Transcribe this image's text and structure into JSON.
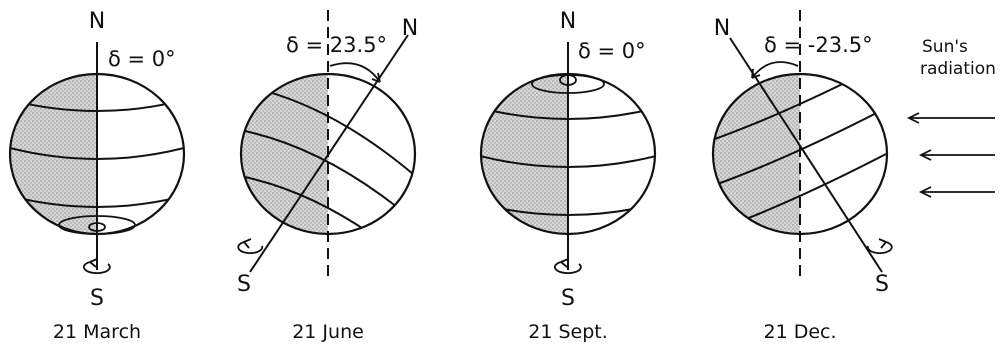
{
  "panels": [
    {
      "date": "21 March",
      "north": "N",
      "south": "S",
      "declination": "δ = 0°"
    },
    {
      "date": "21 June",
      "north": "N",
      "south": "S",
      "declination": "δ = 23.5°"
    },
    {
      "date": "21 Sept.",
      "north": "N",
      "south": "S",
      "declination": "δ = 0°"
    },
    {
      "date": "21 Dec.",
      "north": "N",
      "south": "S",
      "declination": "δ = -23.5°"
    }
  ],
  "sun": {
    "line1": "Sun's",
    "line2": "radiation"
  },
  "colors": {
    "ink": "#111111",
    "night": "#cfcfcf"
  }
}
